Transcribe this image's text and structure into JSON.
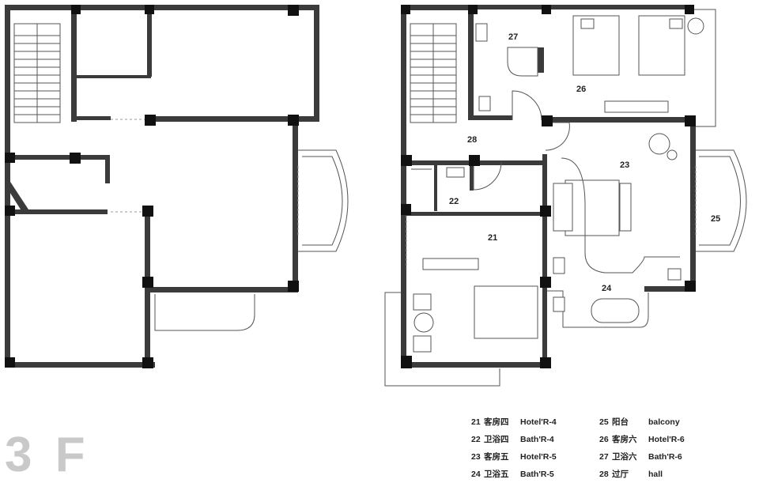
{
  "floor_label": "3 F",
  "rooms": [
    {
      "id": "27",
      "label": "27"
    },
    {
      "id": "26",
      "label": "26"
    },
    {
      "id": "28",
      "label": "28"
    },
    {
      "id": "23",
      "label": "23"
    },
    {
      "id": "22",
      "label": "22"
    },
    {
      "id": "25",
      "label": "25"
    },
    {
      "id": "21",
      "label": "21"
    },
    {
      "id": "24",
      "label": "24"
    }
  ],
  "legend": [
    {
      "num": "21",
      "zh": "客房四",
      "en": "Hotel'R-4"
    },
    {
      "num": "22",
      "zh": "卫浴四",
      "en": "Bath'R-4"
    },
    {
      "num": "23",
      "zh": "客房五",
      "en": "Hotel'R-5"
    },
    {
      "num": "24",
      "zh": "卫浴五",
      "en": "Bath'R-5"
    },
    {
      "num": "25",
      "zh": "阳台",
      "en": "balcony"
    },
    {
      "num": "26",
      "zh": "客房六",
      "en": "Hotel'R-6"
    },
    {
      "num": "27",
      "zh": "卫浴六",
      "en": "Bath'R-6"
    },
    {
      "num": "28",
      "zh": "过厅",
      "en": "hall"
    }
  ]
}
